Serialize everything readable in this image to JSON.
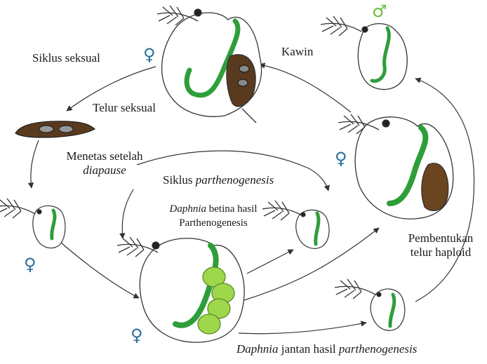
{
  "labels": {
    "sexual_cycle": "Siklus seksual",
    "mating": "Kawin",
    "sexual_eggs": "Telur seksual",
    "hatch_line1": "Menetas setelah",
    "hatch_line2": "diapause",
    "parth_cycle_prefix": "Siklus ",
    "parth_cycle_term": "parthenogenesis",
    "female_line1_term": "Daphnia",
    "female_line1_rest": " betina hasil",
    "female_line2": "Parthenogenesis",
    "haploid_line1": "Pembentukan",
    "haploid_line2": "telur haploid",
    "male_term": "Daphnia",
    "male_rest": " jantan hasil ",
    "male_term2": "parthenogenesis"
  },
  "symbols": {
    "female": "♀",
    "male": "♂"
  },
  "colors": {
    "gut": "#2e9e3a",
    "female_symbol": "#2a6f9a",
    "male_symbol": "#6abf3a",
    "ephippium": "#5a3a1e",
    "parthenogenic_eggs": "#9ed84a",
    "outline": "#333333",
    "arrow": "#333333"
  },
  "icons": [
    "daphnia-female-top",
    "daphnia-male-top-right",
    "daphnia-female-right",
    "daphnia-small-left",
    "daphnia-brood-center",
    "daphnia-small-mid",
    "daphnia-male-bottom-right",
    "ephippium-egg-case"
  ]
}
